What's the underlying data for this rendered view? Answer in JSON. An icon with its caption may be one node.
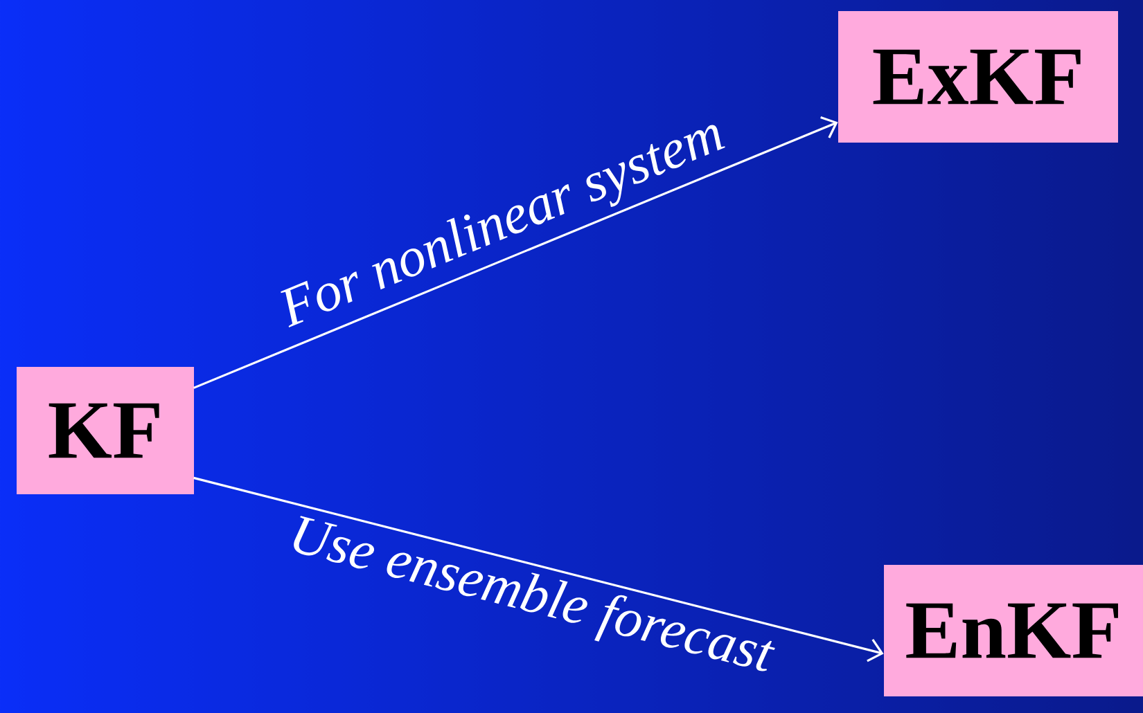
{
  "diagram": {
    "nodes": [
      {
        "text": [
          "KF"
        ]
      },
      {
        "text": [
          "ExKF"
        ]
      },
      {
        "text": [
          "EnKF"
        ]
      }
    ],
    "edges": [
      {
        "from": 0,
        "to": 1,
        "arrow": "to",
        "label": "For nonlinear system"
      },
      {
        "from": 0,
        "to": 2,
        "arrow": "to",
        "label": "Use ensemble forecast"
      }
    ]
  }
}
